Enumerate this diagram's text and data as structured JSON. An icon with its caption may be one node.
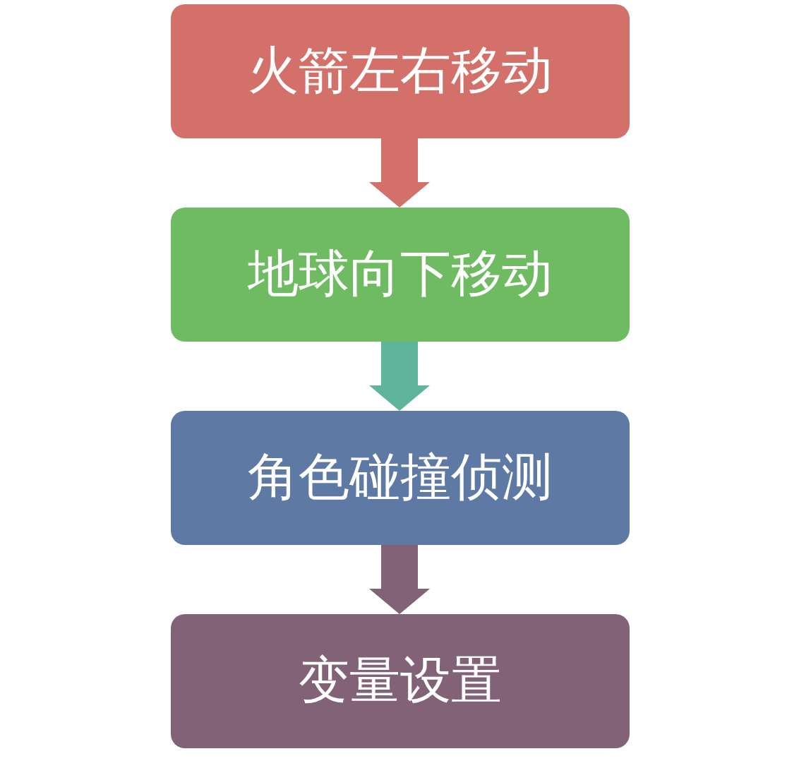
{
  "diagram": {
    "nodes": [
      {
        "text": [
          "火箭左右移动"
        ]
      },
      {
        "text": [
          "地球向下移动"
        ]
      },
      {
        "text": [
          "角色碰撞侦测"
        ]
      },
      {
        "text": [
          "变量设置"
        ]
      }
    ],
    "edges": [
      {
        "from": 0,
        "to": 1,
        "arrow": "to",
        "color": "#d4706a"
      },
      {
        "from": 1,
        "to": 2,
        "arrow": "to",
        "color": "#5fb49c"
      },
      {
        "from": 2,
        "to": 3,
        "arrow": "to",
        "color": "#826277"
      }
    ]
  }
}
